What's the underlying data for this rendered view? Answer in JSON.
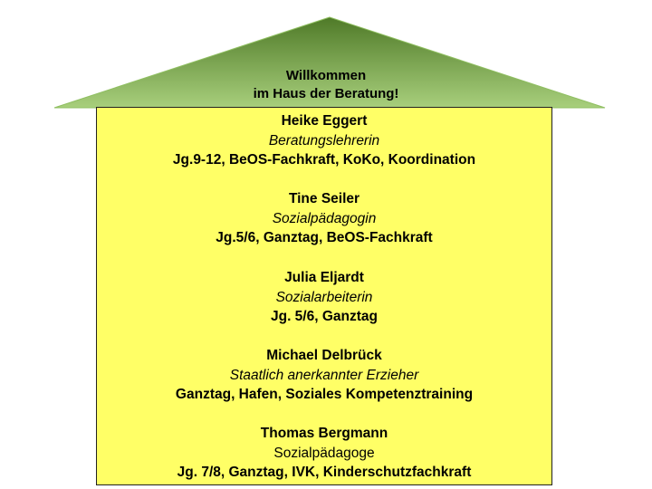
{
  "roof": {
    "line1": "Willkommen",
    "line2": "im Haus der Beratung!",
    "fill_top": "#4f7a28",
    "fill_bottom": "#a8cf7c"
  },
  "house": {
    "fill": "#ffff66",
    "staff": [
      {
        "name": "Heike Eggert",
        "role": "Beratungslehrerin",
        "duties": "Jg.9-12, BeOS-Fachkraft, KoKo, Koordination"
      },
      {
        "name": "Tine Seiler",
        "role": "Sozialpädagogin",
        "duties": "Jg.5/6, Ganztag, BeOS-Fachkraft"
      },
      {
        "name": "Julia Eljardt",
        "role": "Sozialarbeiterin",
        "duties": "Jg. 5/6, Ganztag"
      },
      {
        "name": "Michael Delbrück",
        "role": "Staatlich anerkannter Erzieher",
        "duties": "Ganztag, Hafen, Soziales Kompetenztraining"
      },
      {
        "name": "Thomas Bergmann",
        "role": "Sozialpädagoge",
        "duties": "Jg. 7/8, Ganztag, IVK, Kinderschutzfachkraft"
      }
    ]
  }
}
